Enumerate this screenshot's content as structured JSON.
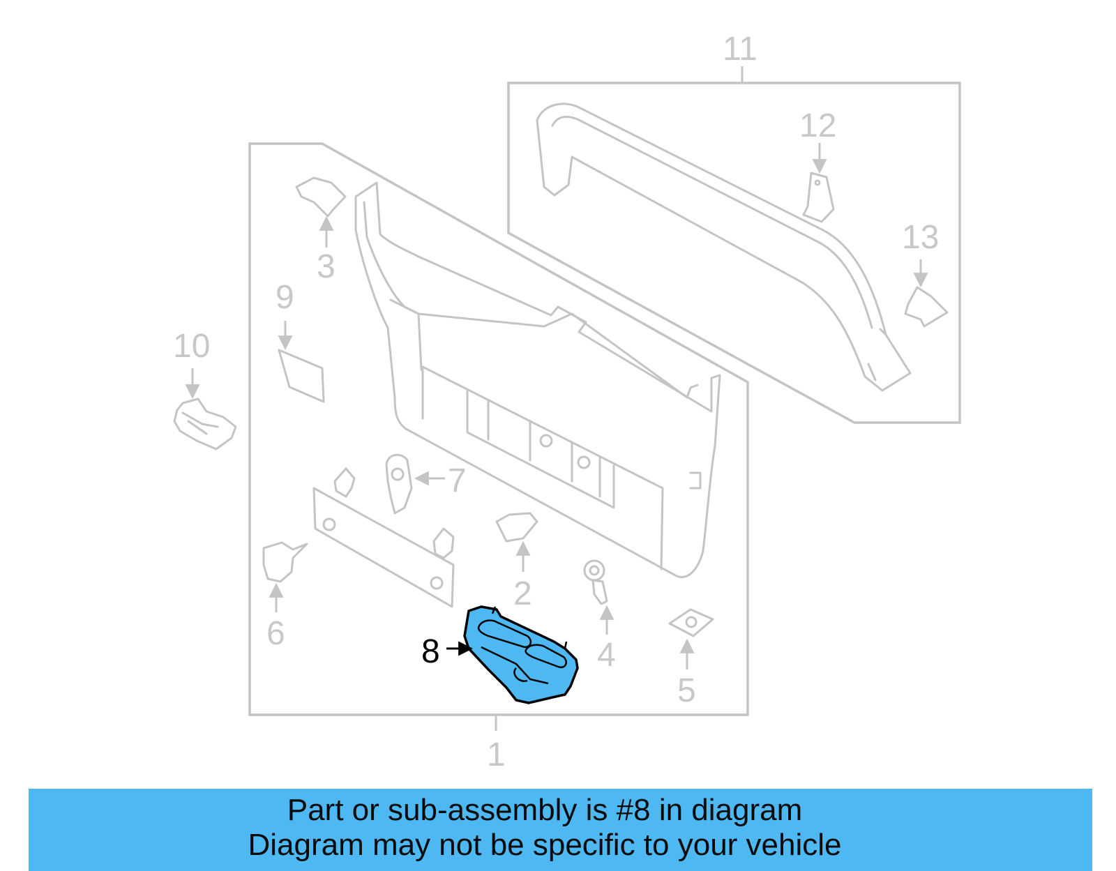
{
  "diagram": {
    "callouts": {
      "c1": "1",
      "c2": "2",
      "c3": "3",
      "c4": "4",
      "c5": "5",
      "c6": "6",
      "c7": "7",
      "c8": "8",
      "c9": "9",
      "c10": "10",
      "c11": "11",
      "c12": "12",
      "c13": "13"
    },
    "highlighted_part": "8",
    "highlight_color": "#4db8f2",
    "line_color": "#c4c4c4"
  },
  "banner": {
    "line1": "Part or sub-assembly is #8 in diagram",
    "line2": "Diagram may not be specific to your vehicle",
    "background": "#4db8f2"
  }
}
